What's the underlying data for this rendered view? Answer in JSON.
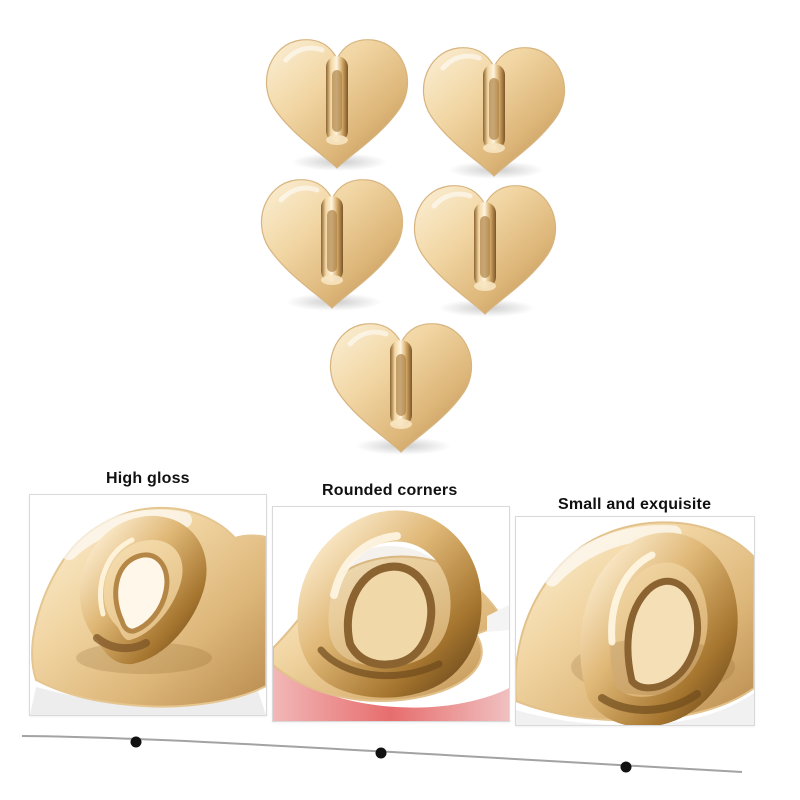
{
  "image": {
    "kind": "product photo collage",
    "product": "gold heart-shaped hooks",
    "count_in_top_group": 5
  },
  "features": [
    {
      "label": "High gloss"
    },
    {
      "label": "Rounded corners"
    },
    {
      "label": "Small and exquisite"
    }
  ],
  "colors": {
    "gold_light": "#f5e1bf",
    "gold_mid": "#deba83",
    "gold_dark": "#a97d3f",
    "gold_shadow": "#8d642f",
    "background": "#ffffff",
    "timeline_line": "#999999",
    "timeline_dot": "#111111"
  }
}
